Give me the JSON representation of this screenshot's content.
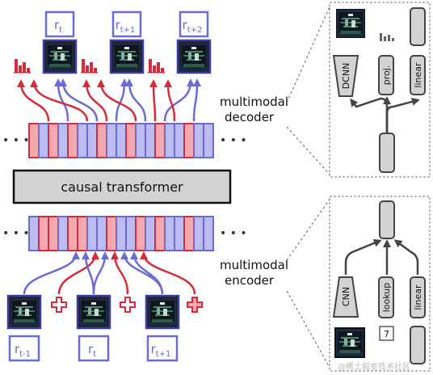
{
  "colors": {
    "blue": "#6b6bd1",
    "blue_light": "#bcbcf0",
    "red": "#d62b3a",
    "red_light": "#f4a9b0",
    "grey_fill": "#d3d3d3",
    "dark": "#333333",
    "frame_blue": "#3c3ca8"
  },
  "rewards_top": [
    {
      "base": "r",
      "sub": "t"
    },
    {
      "base": "r",
      "sub": "t+1"
    },
    {
      "base": "r",
      "sub": "t+2"
    }
  ],
  "rewards_bottom": [
    {
      "base": "r",
      "sub": "t-1"
    },
    {
      "base": "r",
      "sub": "t"
    },
    {
      "base": "r",
      "sub": "t+1"
    }
  ],
  "ellipsis": "• • •",
  "transformer_label": "causal transformer",
  "decoder_label": [
    "multimodal",
    "decoder"
  ],
  "encoder_label": [
    "multimodal",
    "encoder"
  ],
  "decoder_panel": {
    "boxes": [
      "DCNN",
      "proj.",
      "linear"
    ]
  },
  "encoder_panel": {
    "boxes": [
      "CNN",
      "lookup",
      "linear"
    ],
    "lookup_value": "7"
  },
  "watermark": "@稀土掘金技术社区"
}
